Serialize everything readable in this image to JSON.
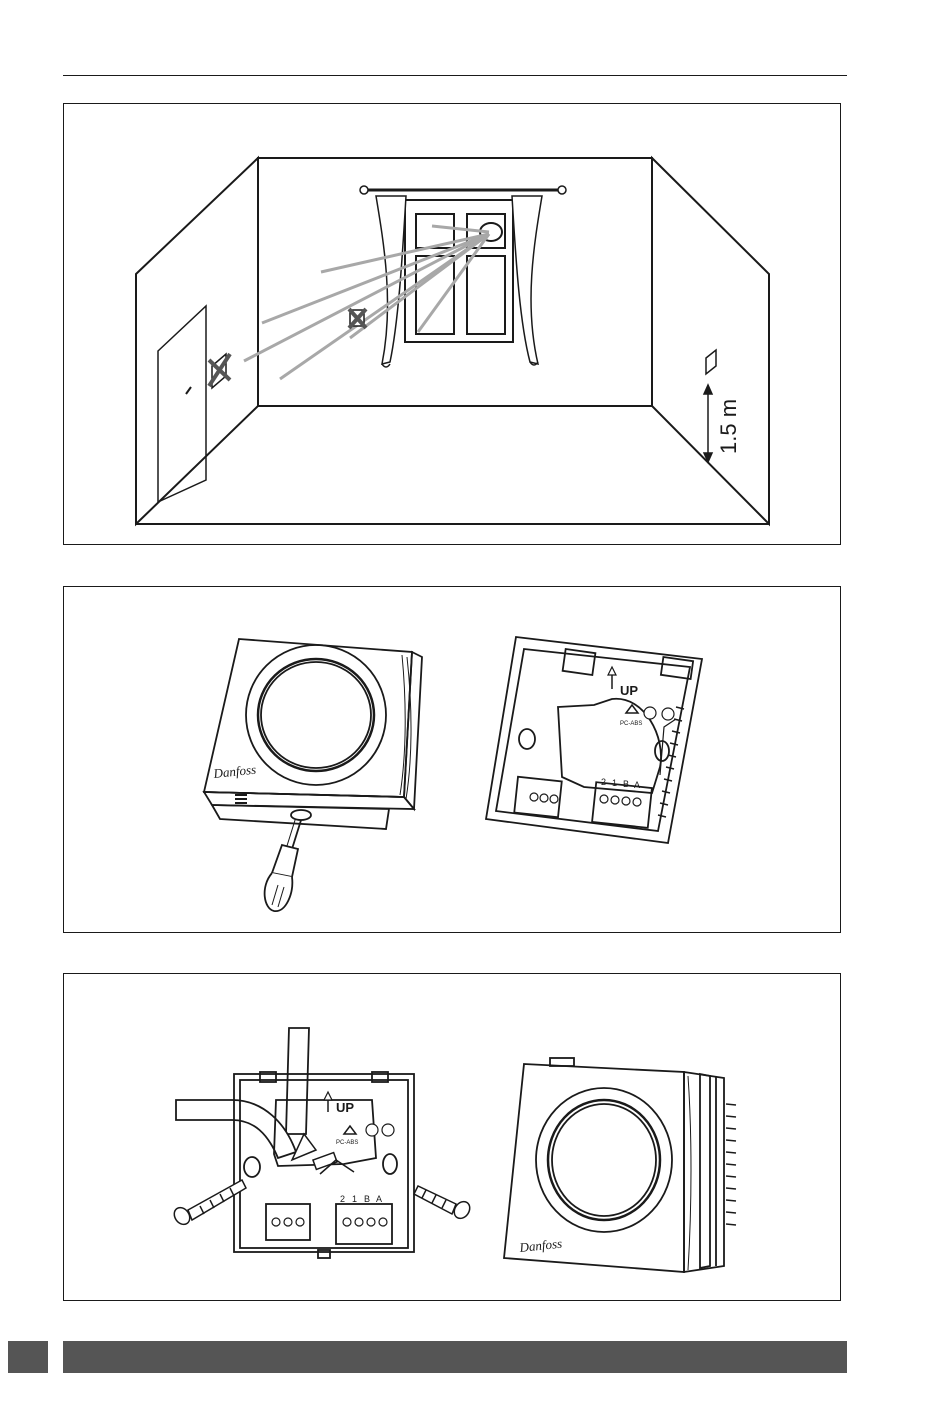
{
  "figure1": {
    "height_label": "1.5 m"
  },
  "figure2": {
    "up_label": "UP",
    "material_label": "PC-ABS",
    "terminal_labels": [
      "2",
      "1",
      "B",
      "A"
    ],
    "logo_text": "Danfoss"
  },
  "figure3": {
    "up_label": "UP",
    "material_label": "PC-ABS",
    "terminal_labels": [
      "2",
      "1",
      "B",
      "A"
    ],
    "logo_text": "Danfoss"
  },
  "colors": {
    "line": "#1a1a1a",
    "sightline": "#a8a8a8",
    "footer": "#555555"
  }
}
